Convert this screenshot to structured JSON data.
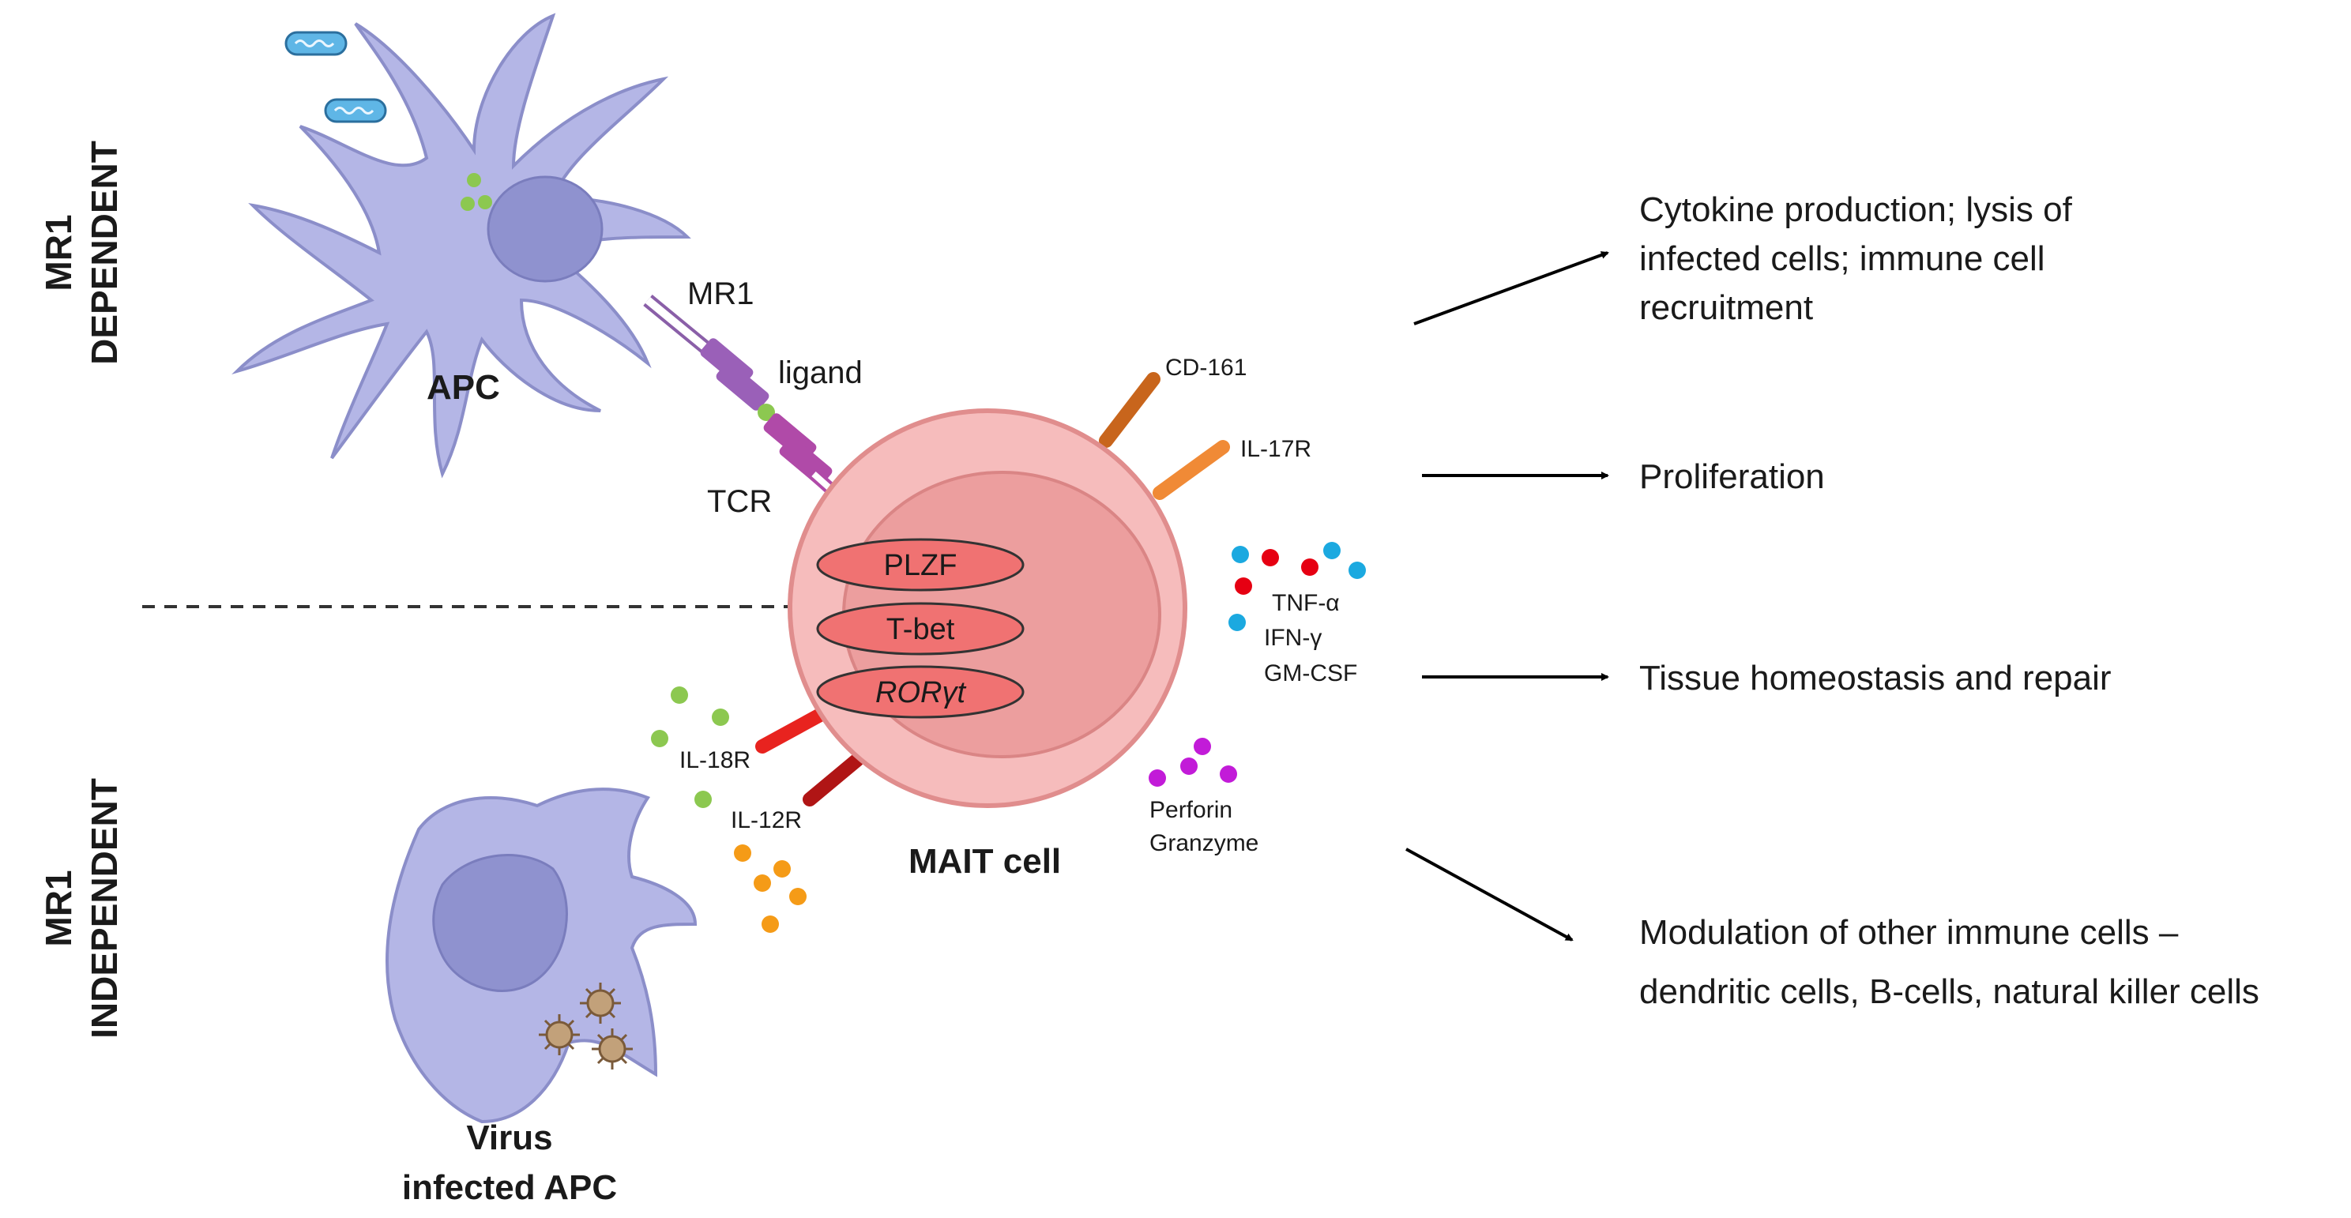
{
  "labels": {
    "mr1_dependent": [
      "MR1",
      "DEPENDENT"
    ],
    "mr1_independent": [
      "MR1",
      "INDEPENDENT"
    ],
    "apc": "APC",
    "mr1": "MR1",
    "ligand": "ligand",
    "tcr": "TCR",
    "virus_apc": [
      "Virus",
      "infected APC"
    ],
    "mait_cell": "MAIT cell",
    "cd161": "CD-161",
    "il17r": "IL-17R",
    "il18r": "IL-18R",
    "il12r": "IL-12R",
    "cytokines": [
      "TNF-α",
      "IFN-γ",
      "GM-CSF"
    ],
    "perforin": [
      "Perforin",
      "Granzyme"
    ]
  },
  "transcription_factors": [
    "PLZF",
    "T-bet",
    "RORγt"
  ],
  "outcomes": {
    "cytokine": [
      "Cytokine production; lysis of",
      "infected cells; immune cell",
      "recruitment"
    ],
    "proliferation": [
      "Proliferation"
    ],
    "tissue": [
      "Tissue homeostasis and repair"
    ],
    "modulation": [
      "Modulation of other immune cells –",
      "dendritic cells, B-cells, natural killer cells"
    ]
  },
  "colors": {
    "apc_fill": "#b4b6e6",
    "apc_nucleus": "#8f92cf",
    "mait_fill": "#f6bcbc",
    "mait_nucleus": "#ec9e9e",
    "tf_fill": "#f07272",
    "cd161": "#c8651c",
    "il17r": "#f08a36",
    "il18r": "#e8231f",
    "il12r": "#b01515",
    "dot_red": "#e60012",
    "dot_blue": "#1ba9e0",
    "dot_purple": "#c21bd8",
    "dot_orange": "#f59b17",
    "dot_green": "#8cc850"
  }
}
